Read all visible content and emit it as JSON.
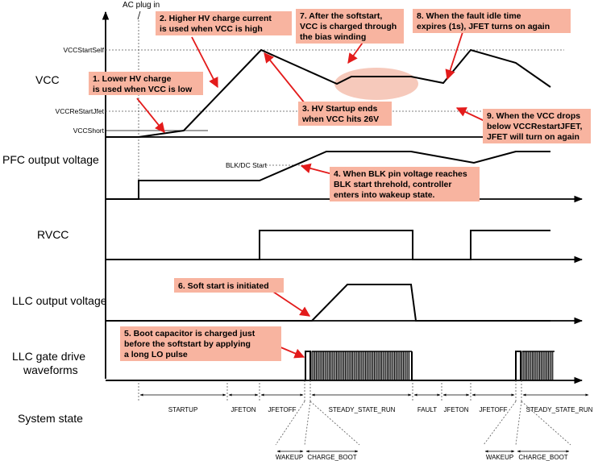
{
  "labels": {
    "ac_plug_in": "AC plug in",
    "vcc": "VCC",
    "pfc": "PFC output voltage",
    "rvcc": "RVCC",
    "llc_out": "LLC output voltage",
    "llc_gate_1": "LLC gate drive",
    "llc_gate_2": "waveforms",
    "system_state": "System state",
    "vcc_start_self": "VCCStartSelf",
    "vcc_restart_jfet": "VCCReStartJfet",
    "vcc_short": "VCCShort",
    "blk_dc_start": "BLK/DC Start"
  },
  "notes": [
    {
      "lines": [
        "1. Lower HV charge",
        "is used when VCC is low"
      ]
    },
    {
      "lines": [
        "2. Higher HV charge current",
        "is used when VCC is high"
      ]
    },
    {
      "lines": [
        "3. HV Startup ends",
        "when VCC hits 26V"
      ]
    },
    {
      "lines": [
        "4. When BLK pin voltage reaches",
        "BLK start threhold, controller",
        "enters into wakeup state."
      ]
    },
    {
      "lines": [
        "5. Boot capacitor is charged just",
        "before the softstart by applying",
        "a long LO pulse"
      ]
    },
    {
      "lines": [
        "6. Soft start is initiated"
      ]
    },
    {
      "lines": [
        "7. After the softstart,",
        "VCC is charged through",
        "the bias winding"
      ]
    },
    {
      "lines": [
        "8. When the fault idle time",
        "expires (1s), JFET turns on again"
      ]
    },
    {
      "lines": [
        "9. When the VCC drops",
        "below VCCRestartJFET,",
        "JFET will turn on again"
      ]
    }
  ],
  "states": {
    "startup": "STARTUP",
    "jfeton_1": "JFETON",
    "jfetoff_1": "JFETOFF",
    "steady_1": "STEADY_STATE_RUN",
    "fault": "FAULT",
    "jfeton_2": "JFETON",
    "jfetoff_2": "JFETOFF",
    "steady_2": "STEADY_STATE_RUN",
    "wakeup_1": "WAKEUP",
    "charge_boot_1": "CHARGE_BOOT",
    "wakeup_2": "WAKEUP",
    "charge_boot_2": "CHARGE_BOOT"
  },
  "colors": {
    "note_fill": "#f8b4a0",
    "arrow": "#e31b1b",
    "ellipse": "#f6c9bb"
  }
}
